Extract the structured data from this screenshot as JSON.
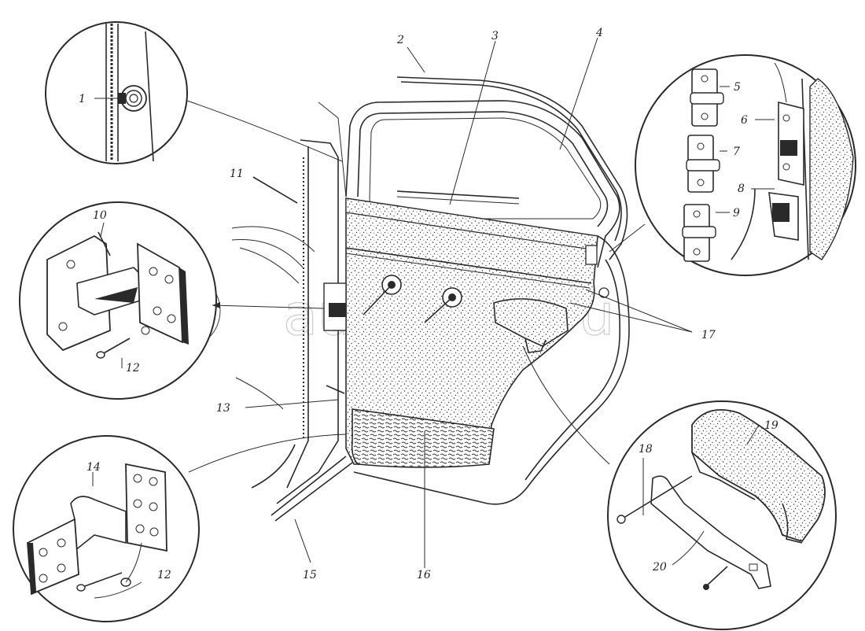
{
  "figure": {
    "description_labels": [
      "1",
      "2",
      "3",
      "4",
      "5",
      "6",
      "7",
      "8",
      "9",
      "10",
      "11",
      "12",
      "13",
      "14",
      "15",
      "16",
      "17",
      "18",
      "19",
      "20"
    ]
  },
  "callouts": {
    "c1": "1",
    "c2": "2",
    "c3": "3",
    "c4": "4",
    "c5": "5",
    "c6": "6",
    "c7": "7",
    "c8": "8",
    "c9": "9",
    "c10": "10",
    "c11": "11",
    "c12a": "12",
    "c12b": "12",
    "c13": "13",
    "c14": "14",
    "c15": "15",
    "c16": "16",
    "c17": "17",
    "c18": "18",
    "c19": "19",
    "c20": "20"
  },
  "watermark": {
    "text": "autopiter.ru"
  },
  "colors": {
    "ink": "#2a2a2a",
    "paper": "#ffffff",
    "watermark": "#c9c9c9"
  }
}
